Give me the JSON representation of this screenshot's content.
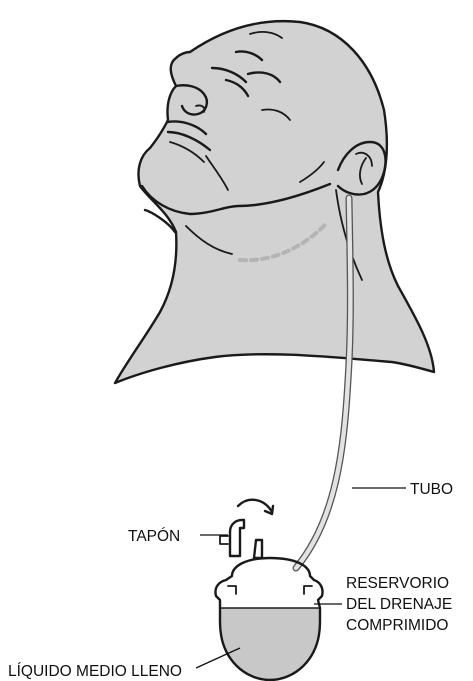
{
  "labels": {
    "tube": "TUBO",
    "cap": "TAPÓN",
    "reservoir_line1": "RESERVORIO",
    "reservoir_line2": "DEL DRENAJE",
    "reservoir_line3": "COMPRIMIDO",
    "fluid": "LÍQUIDO MEDIO LLENO"
  },
  "colors": {
    "skin": "#d2d2d2",
    "outline": "#1a1a1a",
    "incision": "#b4b4b4",
    "tube": "#e2e2e2",
    "fluid": "#c8c8c8",
    "background": "#ffffff"
  },
  "fluid_level": "half"
}
